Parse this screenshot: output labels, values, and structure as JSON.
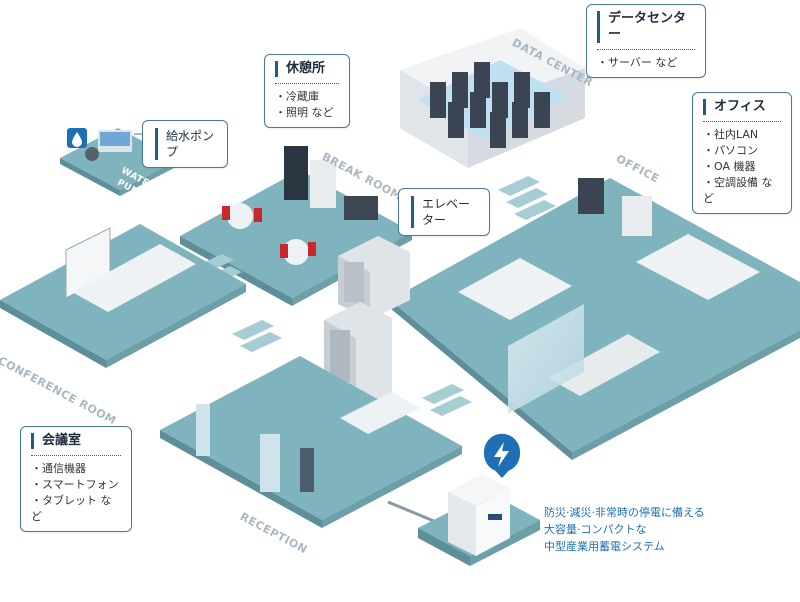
{
  "callouts": {
    "data_center": {
      "title": "データセンター",
      "items": [
        "・サーバー など"
      ]
    },
    "break_room": {
      "title": "休憩所",
      "items": [
        "・冷蔵庫",
        "・照明 など"
      ]
    },
    "water_pump": {
      "title": "給水ポンプ"
    },
    "elevator": {
      "title": "エレベーター"
    },
    "office": {
      "title": "オフィス",
      "items": [
        "・社内LAN",
        "・パソコン",
        "・OA 機器",
        "・空調設備 など"
      ]
    },
    "conference": {
      "title": "会議室",
      "items": [
        "・通信機器",
        "・スマートフォン",
        "・タブレット など"
      ]
    }
  },
  "room_labels": {
    "data_center": "DATA CENTER",
    "break_room": "BREAK ROOM",
    "office": "OFFICE",
    "conference_room": "CONFERENCE ROOM",
    "reception": "RECEPTION",
    "water_pump_line1": "WATER",
    "water_pump_line2": "PUMP"
  },
  "battery": {
    "lines": [
      "防災·減災·非常時の停電に備える",
      "大容量·コンパクトな",
      "中型産業用蓄電システム"
    ],
    "icon": "lightning-icon"
  },
  "colors": {
    "floor": "#7fb3bd",
    "floor_side": "#5e8e99",
    "accent_blue": "#1f6fb5",
    "label_gray": "#a9b7c4"
  }
}
